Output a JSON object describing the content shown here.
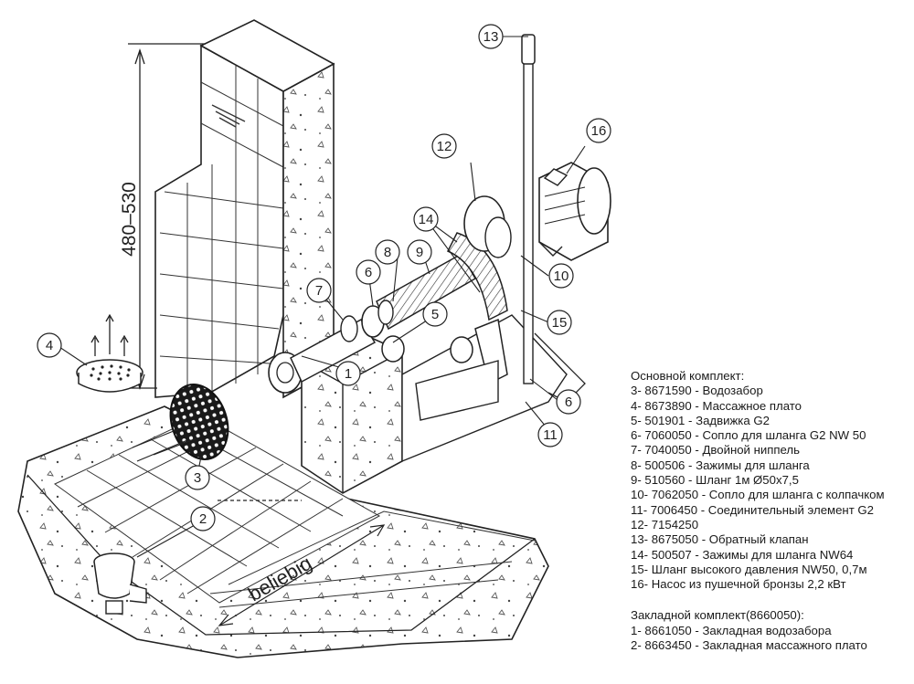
{
  "dimension_label": "480–530",
  "direction_label": "beliebig",
  "callouts": [
    "1",
    "2",
    "3",
    "4",
    "5",
    "6",
    "7",
    "8",
    "9",
    "10",
    "11",
    "12",
    "13",
    "14",
    "15",
    "16",
    "6"
  ],
  "legend": {
    "main_title": "Основной комплект:",
    "main_items": [
      "3- 8671590 - Водозабор",
      "4- 8673890 - Массажное плато",
      "5- 501901 - Задвижка G2",
      "6- 7060050 - Сопло для шланга G2 NW 50",
      "7- 7040050 - Двойной ниппель",
      "8- 500506 - Зажимы для шланга",
      "9- 510560 - Шланг 1м Ø50x7,5",
      "10- 7062050 - Сопло для шланга с колпачком",
      "11- 7006450 - Соединительный элемент G2",
      "12- 7154250",
      "13- 8675050 - Обратный клапан",
      "14- 500507 - Зажимы для шланга NW64",
      "15- Шланг высокого давления NW50, 0,7м",
      "16- Насос из пушечной бронзы 2,2 кВт"
    ],
    "embed_title": "Закладной комплект(8660050):",
    "embed_items": [
      "1- 8661050 - Закладная водозабора",
      "2- 8663450 - Закладная массажного плато"
    ]
  }
}
